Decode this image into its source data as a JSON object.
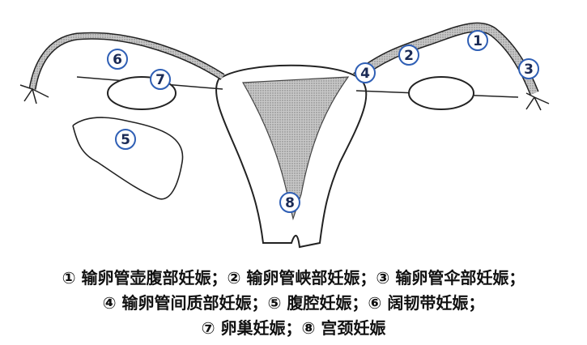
{
  "diagram": {
    "labels": [
      {
        "id": "1",
        "text": "1"
      },
      {
        "id": "2",
        "text": "2"
      },
      {
        "id": "3",
        "text": "3"
      },
      {
        "id": "4",
        "text": "4"
      },
      {
        "id": "5",
        "text": "5"
      },
      {
        "id": "6",
        "text": "6"
      },
      {
        "id": "7",
        "text": "7"
      },
      {
        "id": "8",
        "text": "8"
      }
    ],
    "label_circle_color": "#2f5fb5",
    "shading_color": "#a9a9a9"
  },
  "caption": {
    "line1": "① 输卵管壶腹部妊娠；② 输卵管峡部妊娠；③ 输卵管伞部妊娠；",
    "line2": "④ 输卵管间质部妊娠；⑤ 腹腔妊娠；⑥ 阔韧带妊娠；",
    "line3": "⑦ 卵巢妊娠；⑧ 宫颈妊娠"
  }
}
